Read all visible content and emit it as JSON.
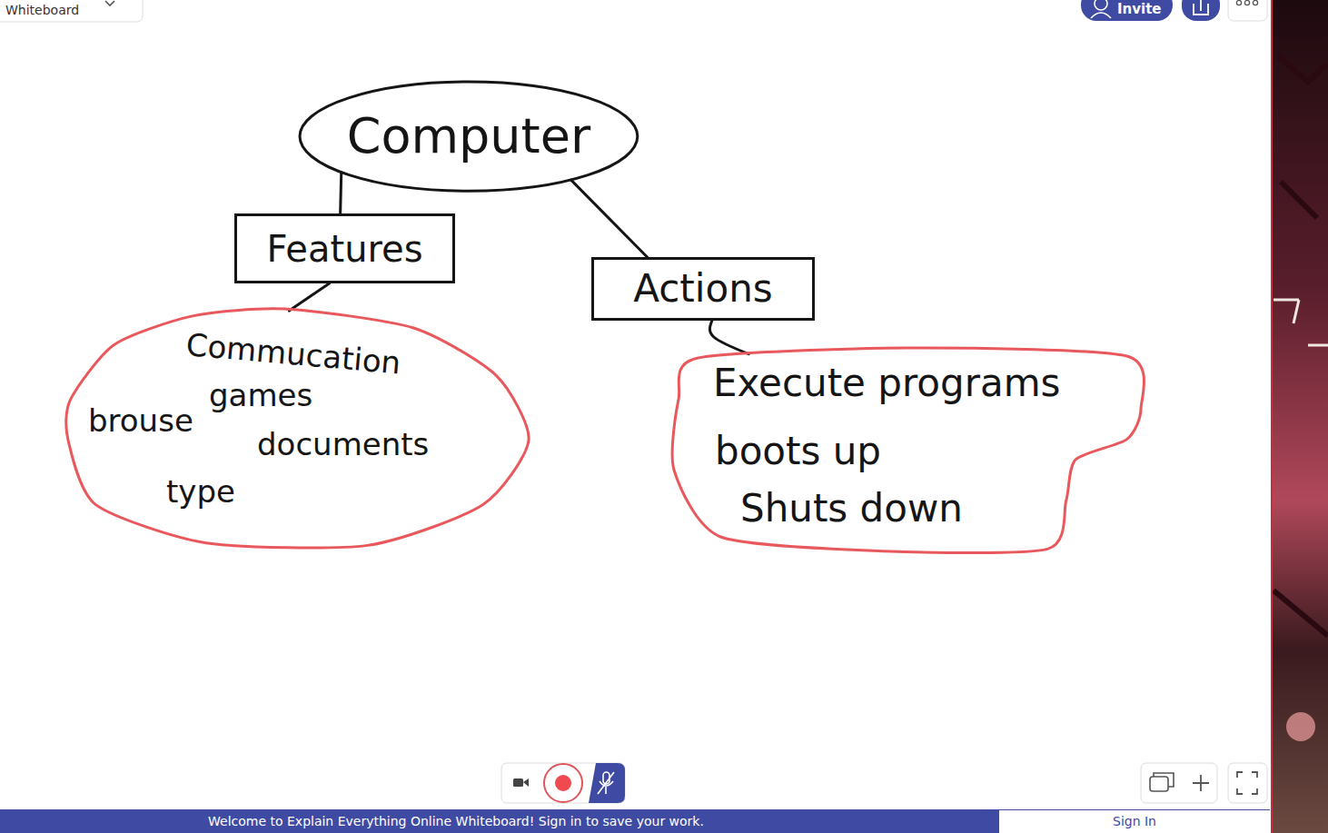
{
  "diagram": {
    "nodes": [
      {
        "text": [
          "Computer"
        ]
      },
      {
        "text": [
          "Features"
        ]
      },
      {
        "text": [
          "Actions"
        ]
      },
      {
        "text": [
          "Commucation",
          "games",
          "brouse",
          "documents",
          "type"
        ]
      },
      {
        "text": [
          "Execute programs",
          "boots up",
          "Shuts down"
        ]
      }
    ],
    "edges": [
      {
        "from": 0,
        "to": 1,
        "arrow": "none"
      },
      {
        "from": 0,
        "to": 2,
        "arrow": "none"
      },
      {
        "from": 1,
        "to": 3,
        "arrow": "none"
      },
      {
        "from": 2,
        "to": 4,
        "arrow": "none"
      }
    ],
    "labels": [
      "Whiteboard",
      "Invite",
      "Welcome to Explain Everything Online Whiteboard! Sign in to save your work.",
      "Sign In"
    ]
  }
}
